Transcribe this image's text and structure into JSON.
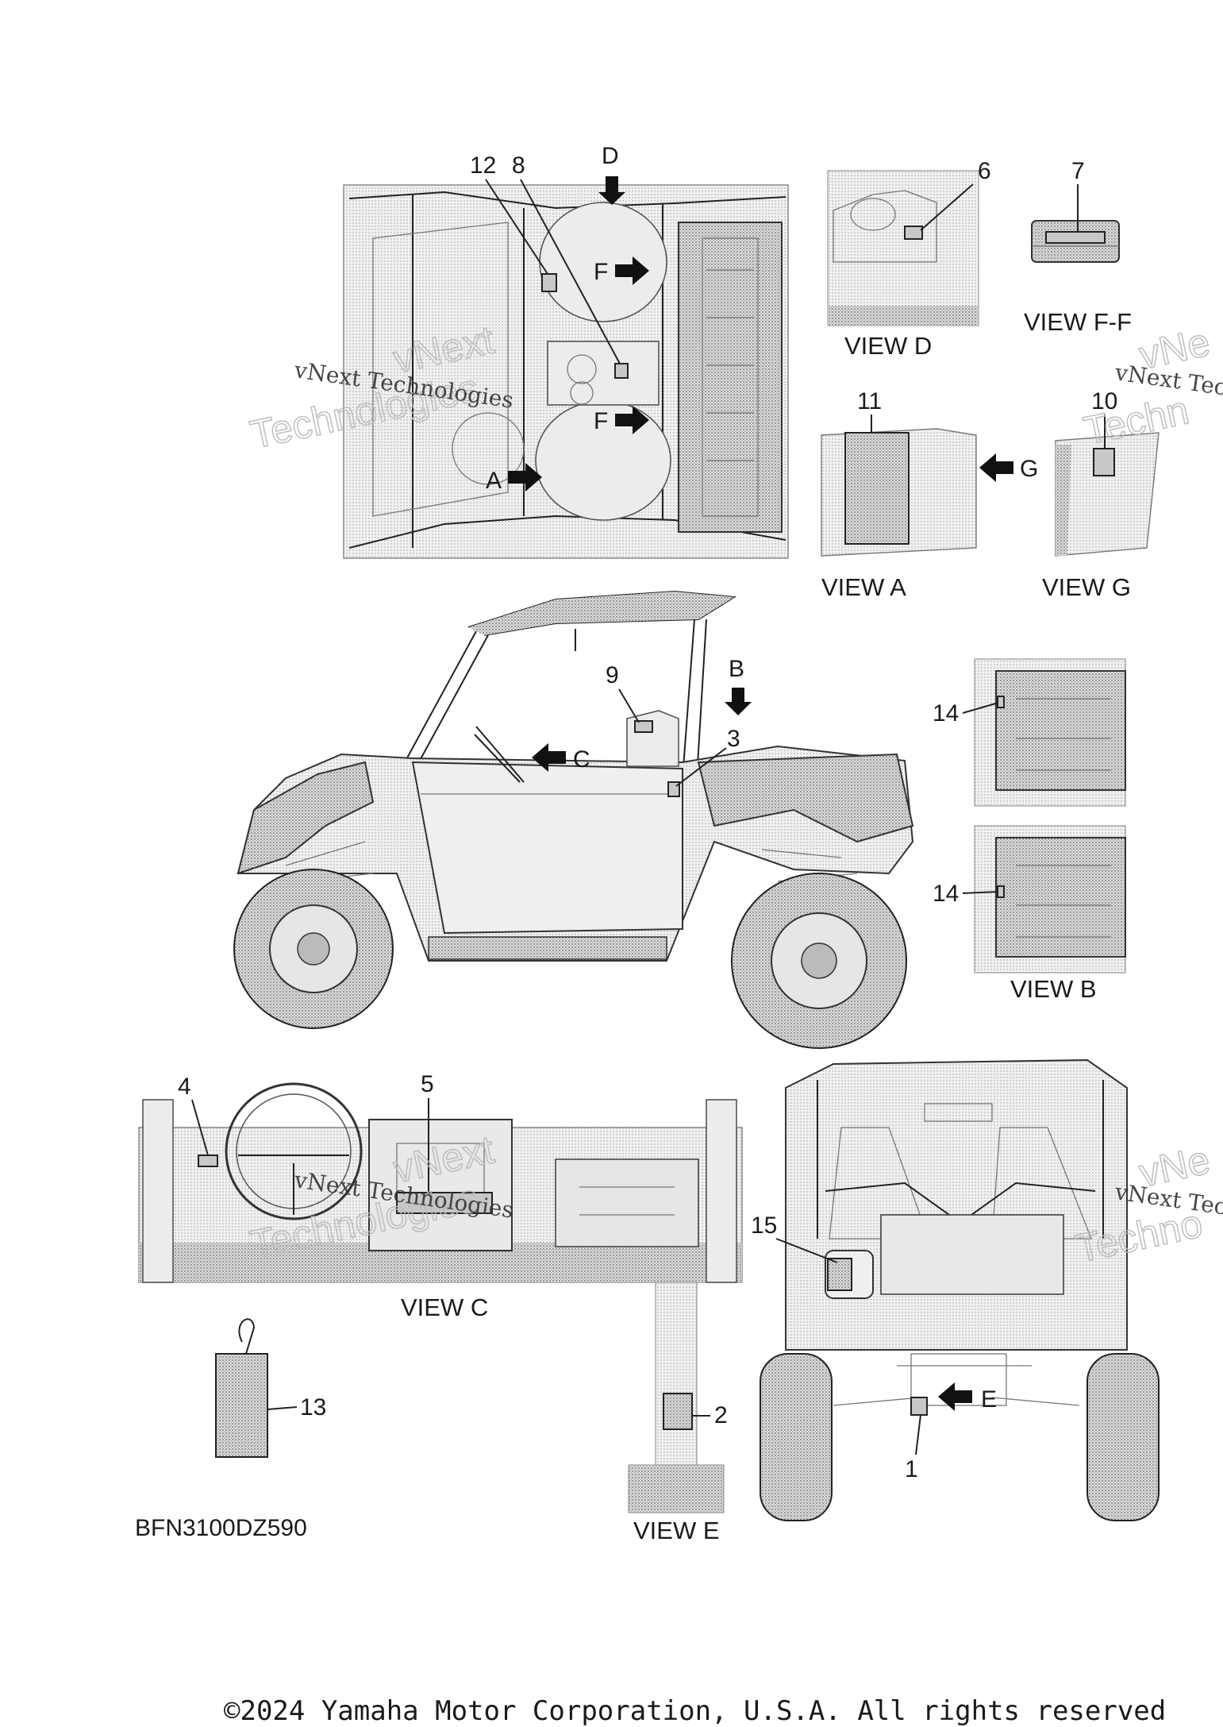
{
  "callouts": {
    "n1": "1",
    "n2": "2",
    "n3": "3",
    "n4": "4",
    "n5": "5",
    "n6": "6",
    "n7": "7",
    "n8": "8",
    "n9": "9",
    "n10": "10",
    "n11": "11",
    "n12": "12",
    "n13": "13",
    "n14a": "14",
    "n14b": "14",
    "n15": "15"
  },
  "arrows": {
    "a": "A",
    "b": "B",
    "c": "C",
    "d": "D",
    "e": "E",
    "f1": "F",
    "f2": "F",
    "g": "G"
  },
  "views": {
    "view_a": "VIEW A",
    "view_b": "VIEW B",
    "view_c": "VIEW C",
    "view_d": "VIEW D",
    "view_e": "VIEW E",
    "view_ff": "VIEW F-F",
    "view_g": "VIEW G"
  },
  "watermark": {
    "text": "vNext Technologies",
    "big_line1": "vNext",
    "big_line2": "Technologies",
    "text_right": "vNext Tec",
    "big_right1": "vNe",
    "big_right2": "Techn",
    "text_right2": "vNext Tec",
    "big_right3": "vNe",
    "big_right4": "Techno"
  },
  "diagram_code": "BFN3100DZ590",
  "copyright": "©2024 Yamaha Motor Corporation, U.S.A. All rights reserved"
}
